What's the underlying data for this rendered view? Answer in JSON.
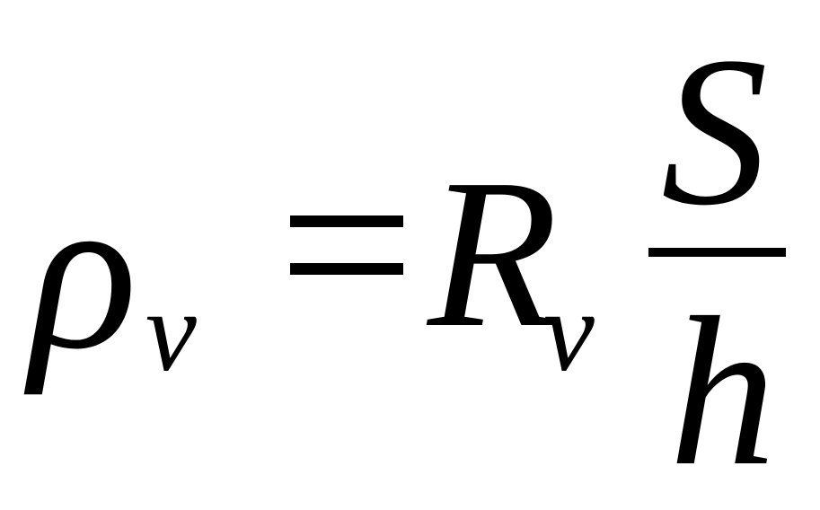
{
  "formula": {
    "lhs_symbol": "ρ",
    "lhs_subscript": "v",
    "relation": "=",
    "rhs_symbol": "R",
    "rhs_subscript": "v",
    "numerator": "S",
    "denominator": "h"
  }
}
